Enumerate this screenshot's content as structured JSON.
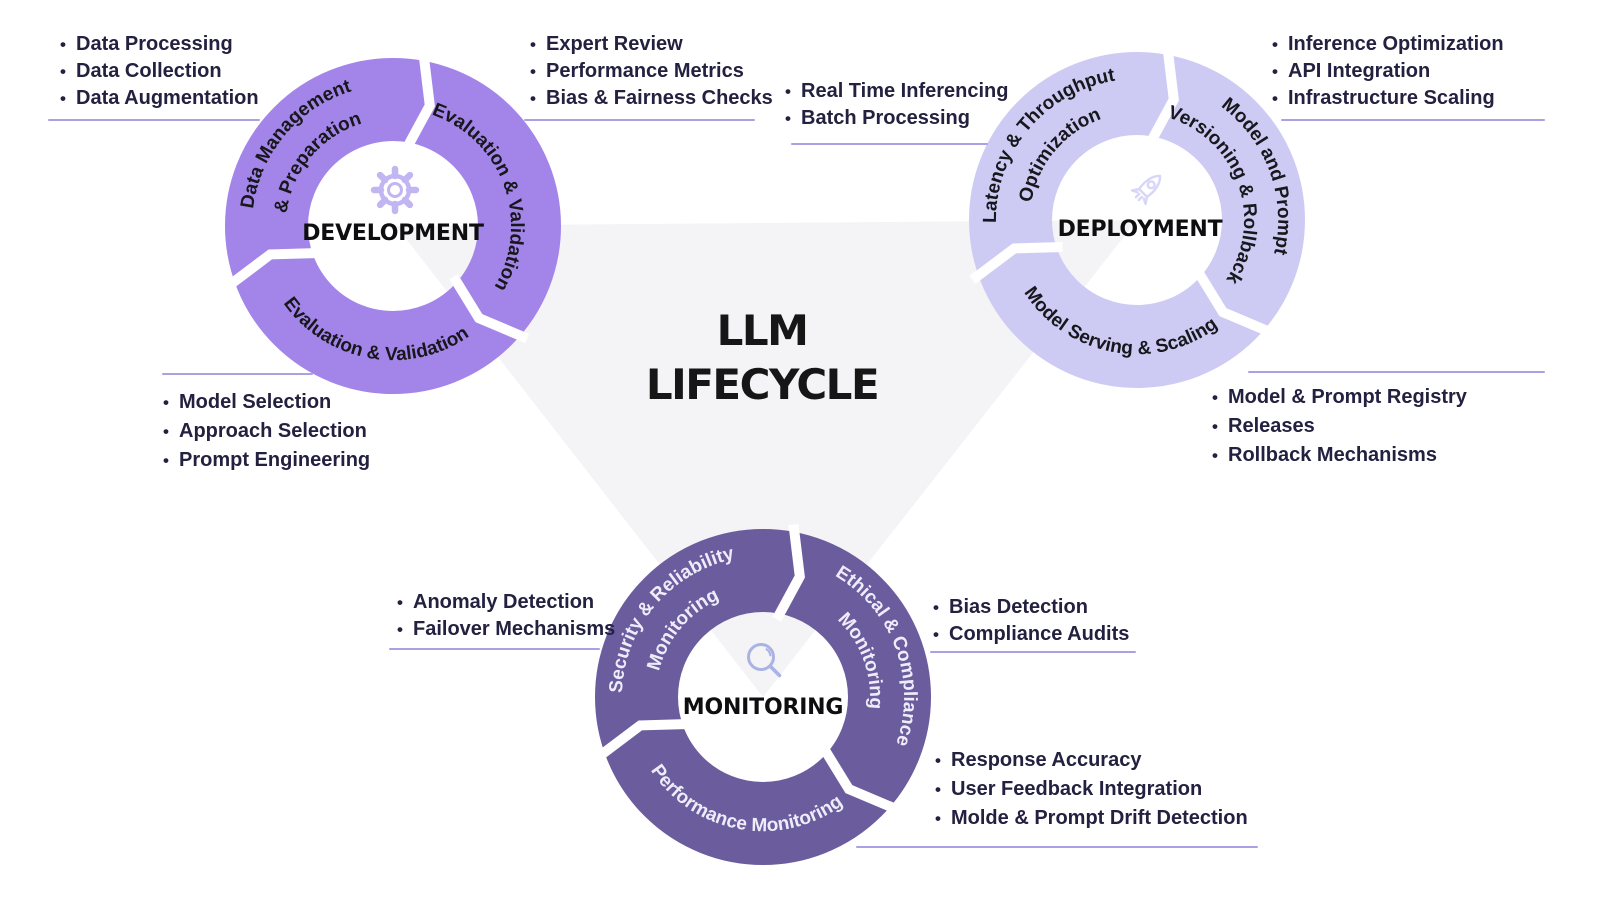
{
  "title": {
    "line1": "LLM",
    "line2": "LIFECYCLE"
  },
  "bullet_char": "•",
  "rings": {
    "development": {
      "label": "DEVELOPMENT",
      "icon": "gear-icon",
      "color": "#a385e9",
      "segments": [
        {
          "line1": "Data Management",
          "line2": "& Preparation"
        },
        {
          "line1": "Evaluation & Validation",
          "line2": ""
        },
        {
          "line1": "Evaluation & Validation",
          "line2": ""
        }
      ]
    },
    "deployment": {
      "label": "DEPLOYMENT",
      "icon": "rocket-icon",
      "color": "#cdcbf4",
      "segments": [
        {
          "line1": "Latency & Throughput",
          "line2": "Optimization"
        },
        {
          "line1": "Model and Prompt",
          "line2": "Versioning & Rollback"
        },
        {
          "line1": "Model Serving & Scaling",
          "line2": ""
        }
      ]
    },
    "monitoring": {
      "label": "MONITORING",
      "icon": "magnifier-icon",
      "color": "#6b5c9e",
      "segments": [
        {
          "line1": "Security & Reliability",
          "line2": "Monitoring"
        },
        {
          "line1": "Ethical & Compliance",
          "line2": "Monitoring"
        },
        {
          "line1": "Performance Monitoring",
          "line2": ""
        }
      ]
    }
  },
  "lists": {
    "dev_data": [
      "Data Processing",
      "Data Collection",
      "Data Augmentation"
    ],
    "dev_eval": [
      "Expert Review",
      "Performance Metrics",
      "Bias & Fairness Checks"
    ],
    "dev_model": [
      "Model Selection",
      "Approach Selection",
      "Prompt Engineering"
    ],
    "dep_inference": [
      "Real Time Inferencing",
      "Batch Processing"
    ],
    "dep_infra": [
      "Inference Optimization",
      "API Integration",
      "Infrastructure Scaling"
    ],
    "dep_registry": [
      "Model & Prompt Registry",
      "Releases",
      "Rollback Mechanisms"
    ],
    "mon_reliability": [
      "Anomaly Detection",
      "Failover Mechanisms"
    ],
    "mon_compliance": [
      "Bias Detection",
      "Compliance Audits"
    ],
    "mon_performance": [
      "Response Accuracy",
      "User Feedback Integration",
      "Molde & Prompt Drift Detection"
    ]
  },
  "colors": {
    "development": "#a385e9",
    "deployment": "#cdcbf4",
    "monitoring": "#6b5c9e",
    "list_text": "#23213f",
    "divider": "#a9a1e3",
    "triangle_bg": "#f4f3f6",
    "title_text": "#161616"
  }
}
